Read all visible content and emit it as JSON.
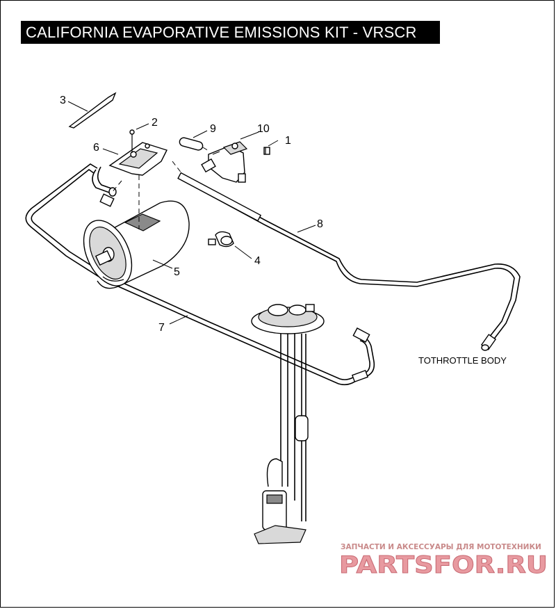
{
  "title": "CALIFORNIA EVAPORATIVE EMISSIONS KIT - VRSCR",
  "callouts": [
    "1",
    "2",
    "3",
    "4",
    "5",
    "6",
    "7",
    "8",
    "9",
    "10"
  ],
  "note": "TOTHROTTLE BODY",
  "watermark": {
    "line1": "ЗАПЧАСТИ И АКСЕССУАРЫ ДЛЯ МОТОТЕХНИКИ",
    "line2": "PARTSFOR.RU"
  }
}
